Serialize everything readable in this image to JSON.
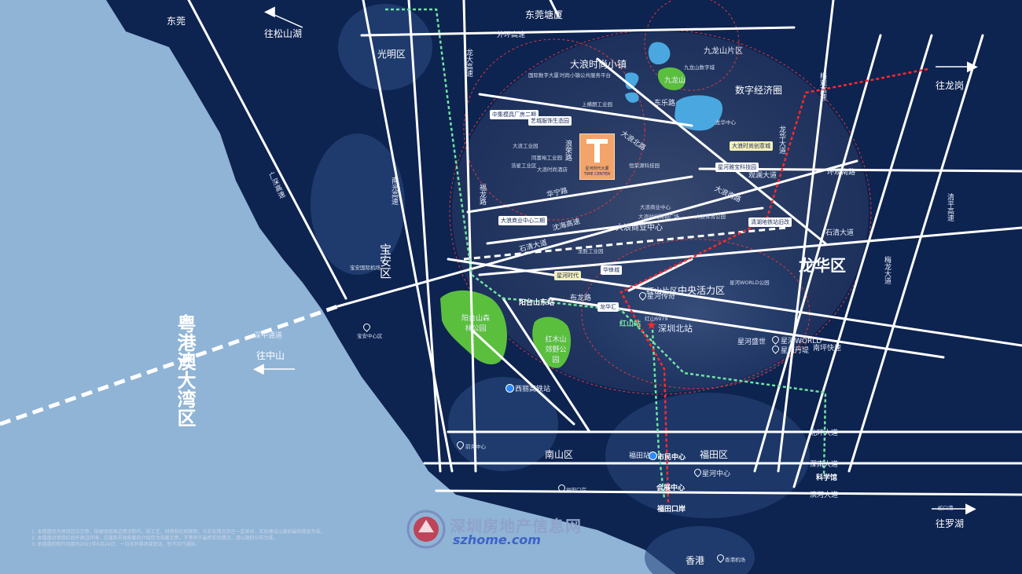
{
  "districts": {
    "longhua": "龙华区",
    "guangming": "光明区",
    "baoan": "宝安区",
    "nanshan": "南山区",
    "futian": "福田区",
    "hongkong": "香港",
    "dongguan": "东莞",
    "bay_area": "粤港澳大湾区",
    "dongguan_tangxia": "东莞塘厦"
  },
  "directions": {
    "to_songshan_lake": "往松山湖",
    "to_longgang": "往龙岗",
    "to_zhongshan": "往中山",
    "to_luohu": "往罗湖"
  },
  "areas": {
    "dalang_fashion_town": "大浪时尚小镇",
    "jiulongshan_area": "九龙山片区",
    "digital_economy_circle": "数字经济圈",
    "dalang_business_center": "大浪商业中心",
    "central_vitality_zone": "中央活力区",
    "hongshan_area": "红山片区"
  },
  "roads": {
    "waihuan": "外环高速",
    "longda": "龙大高速",
    "guangshen": "广深高速",
    "nanguang": "南光高速",
    "shenzhong": "深中通道",
    "shiqing": "石清大道",
    "shiqing2": "石清大道",
    "huanguan_south": "环观南路",
    "beihuan": "北环大道",
    "shennan": "深南大道",
    "binhe": "滨河大道",
    "nanping": "南坪快速",
    "longhua_ave": "龙华大道",
    "meiguan": "梅观高速",
    "buzhi": "布龙路",
    "fulong": "福龙路",
    "qingping": "清平高速",
    "meilong": "梅龙大道",
    "hualong": "华宁路",
    "shenhai": "沈海高速",
    "dalang_north": "大浪北路",
    "xiaohe": "东乐路",
    "dalang_xi": "浪荣路",
    "dalang_ave": "大浪南路",
    "guanlan": "观澜大道"
  },
  "stations": {
    "shenzhen_north": "深圳北站",
    "hongshan": "红山站",
    "xili_hsr": "西丽高铁站",
    "futian_station": "福田站",
    "civic_center": "市民中心",
    "convention_center": "会展中心",
    "futian_port": "福田口岸",
    "science_museum": "科学馆",
    "yangtaishan_east": "阳台山东站"
  },
  "parks": {
    "yangtaishan": "阳台山森林公园",
    "hongmushan": "红木山郊野公园",
    "jiulongshan": "九龙山"
  },
  "landmarks": {
    "starriver_world": "星河WORLD",
    "starriver_danti": "星河丹堤",
    "starriver_yayuan": "星河盛世",
    "starriver_legend": "星河传奇",
    "starriver_center": "星河中心",
    "baoan_center": "宝安中心区",
    "qianhai": "前海中心",
    "futian_kouan": "福田口岸",
    "hk_airport": "香港机场",
    "time_center_name": "星河时代大厦",
    "time_center_en": "TIME CENTER",
    "yingbin": "宝安国际机场",
    "shekou": "蛇口港",
    "hongshan_6979": "红山6979"
  },
  "tags": {
    "tag1": "中集模具厂房二期",
    "tag2": "艺城服饰生态园",
    "tag3": "星河雅宝科技园",
    "tag4": "大浪时尚创意城",
    "tag5": "星河时代",
    "tag6": "大浪商业中心二期",
    "tag7": "清湖地铁站旧改",
    "tag8": "华锋城",
    "tag9": "龙华汇"
  },
  "small_labels": [
    "国际数字大厦",
    "时尚小镇公共服务平台",
    "大浪工业园",
    "浩星工业区",
    "同富裕工业园",
    "上横朗工业园",
    "大浪时尚酒店",
    "恒荣源科技园",
    "龙胜工业园",
    "大浪商业中心",
    "大浪时代购物广场",
    "大浪体育公园",
    "星河WORLD公园",
    "龙华中心",
    "九龙山数字城"
  ],
  "notes": [
    "1. 本楼盘仅为项目区位示意，依据项目周边情况制作，因工艺、材质和比例限制，与实际情况存在一定差异，实际建设以政府最终规划为准。",
    "2. 本楼盘对项目红线外周边环境、交通及市政配套的介绍仅为效果示意，不等同于最终实际情况，请以政府公布为准。",
    "3. 本楼盘的制作日期为2021年6月24日，一切未列事项或变动，恕不另行通知。"
  ],
  "watermark": {
    "text": "深圳房地产信息网",
    "url": "szhome.com"
  },
  "colors": {
    "sea": "#8fb4d6",
    "land": "#0d2350",
    "road": "#ffffff",
    "green_park": "#5bbf3e",
    "metro_green": "#6fe3a0",
    "metro_red": "#ff2a2a",
    "circle_border": "#e03a3a"
  }
}
